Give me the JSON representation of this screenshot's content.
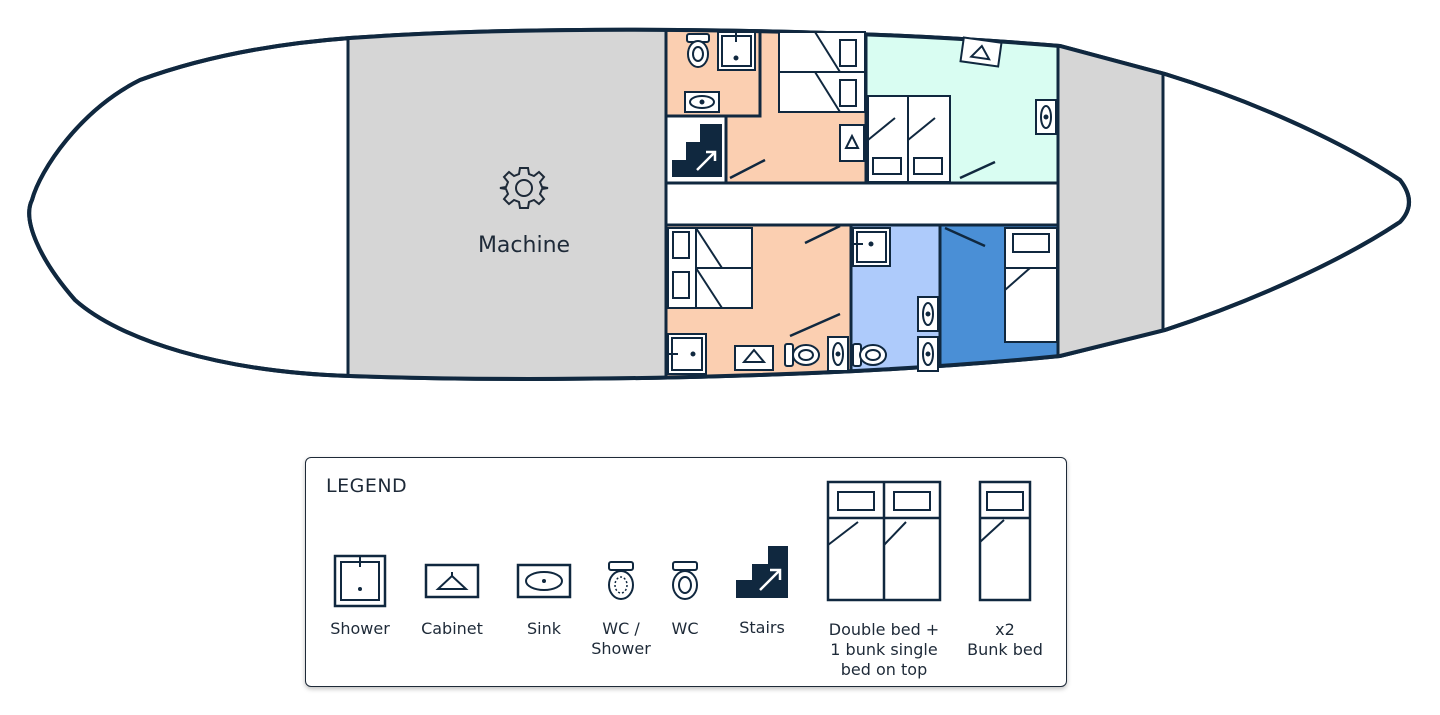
{
  "plan": {
    "machine_label": "Machine",
    "colors": {
      "outline": "#10283f",
      "machine": "#d6d6d6",
      "peach": "#fbcfb1",
      "mint": "#d9fdf2",
      "light_blue": "#aecbfb",
      "blue": "#4a8fd6",
      "white": "#ffffff"
    },
    "icons": [
      "gear-icon",
      "shower-icon",
      "cabinet-icon",
      "sink-icon",
      "wc-icon",
      "wc-shower-icon",
      "stairs-icon",
      "bed-icon"
    ]
  },
  "legend": {
    "title": "LEGEND",
    "items": [
      {
        "label": "Shower",
        "icon": "shower-icon"
      },
      {
        "label": "Cabinet",
        "icon": "cabinet-icon"
      },
      {
        "label": "Sink",
        "icon": "sink-icon"
      },
      {
        "label": "WC /\nShower",
        "icon": "wc-shower-icon"
      },
      {
        "label": "WC",
        "icon": "wc-icon"
      },
      {
        "label": "Stairs",
        "icon": "stairs-icon"
      },
      {
        "label": "Double bed +\n1 bunk single\nbed on top",
        "icon": "double-bed-icon"
      },
      {
        "label": "x2\nBunk bed",
        "icon": "bunk-bed-icon"
      }
    ]
  }
}
